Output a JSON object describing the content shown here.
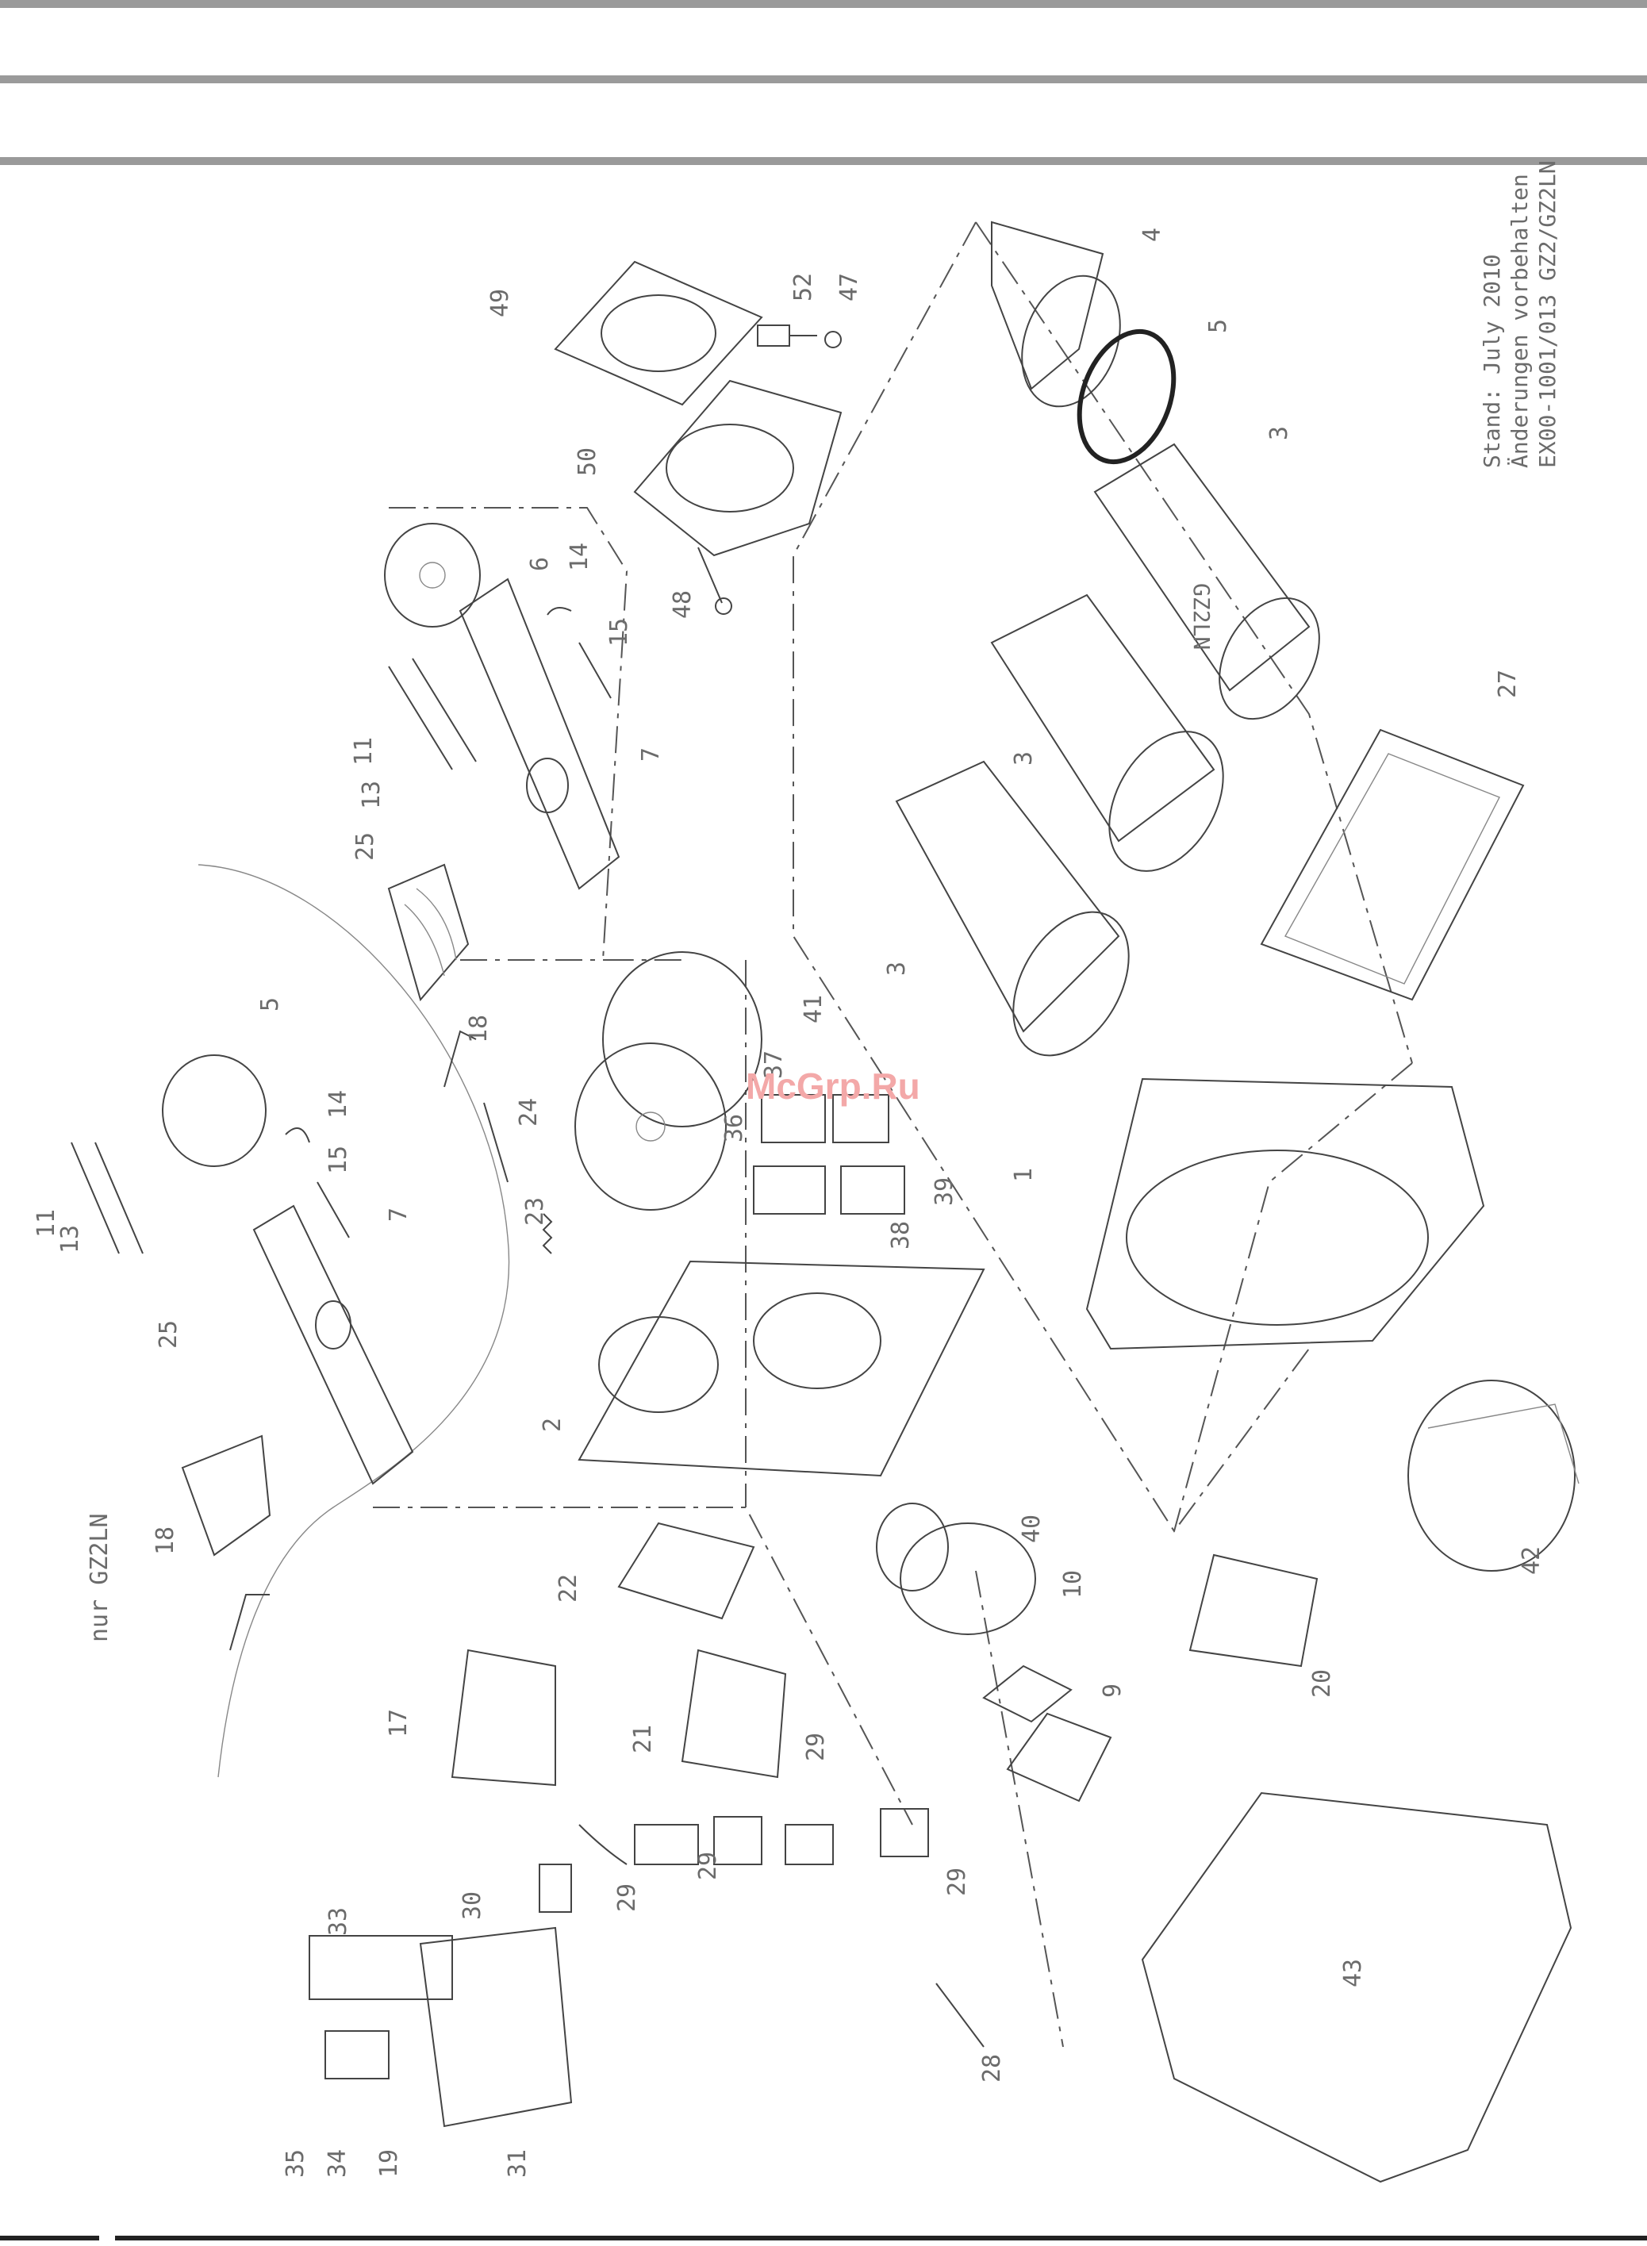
{
  "sheet": {
    "model_stamp": "GZ2LN",
    "variant_note": "nur GZ2LN",
    "revision_lines": [
      "Stand: July 2010",
      "Änderungen vorbehalten",
      "EX00-1001/013 GZ2/GZ2LN"
    ]
  },
  "watermark": "McGrp.Ru",
  "part_labels": [
    "49",
    "52",
    "47",
    "4",
    "5",
    "3",
    "50",
    "48",
    "6",
    "14",
    "15",
    "7",
    "11",
    "13",
    "3",
    "3",
    "27",
    "25",
    "41",
    "37",
    "36",
    "39",
    "38",
    "1",
    "5",
    "14",
    "15",
    "7",
    "11",
    "13",
    "18",
    "24",
    "23",
    "25",
    "2",
    "22",
    "40",
    "10",
    "42",
    "9",
    "20",
    "17",
    "21",
    "43",
    "29",
    "29",
    "29",
    "29",
    "33",
    "30",
    "28",
    "35",
    "34",
    "19",
    "31",
    "18"
  ]
}
